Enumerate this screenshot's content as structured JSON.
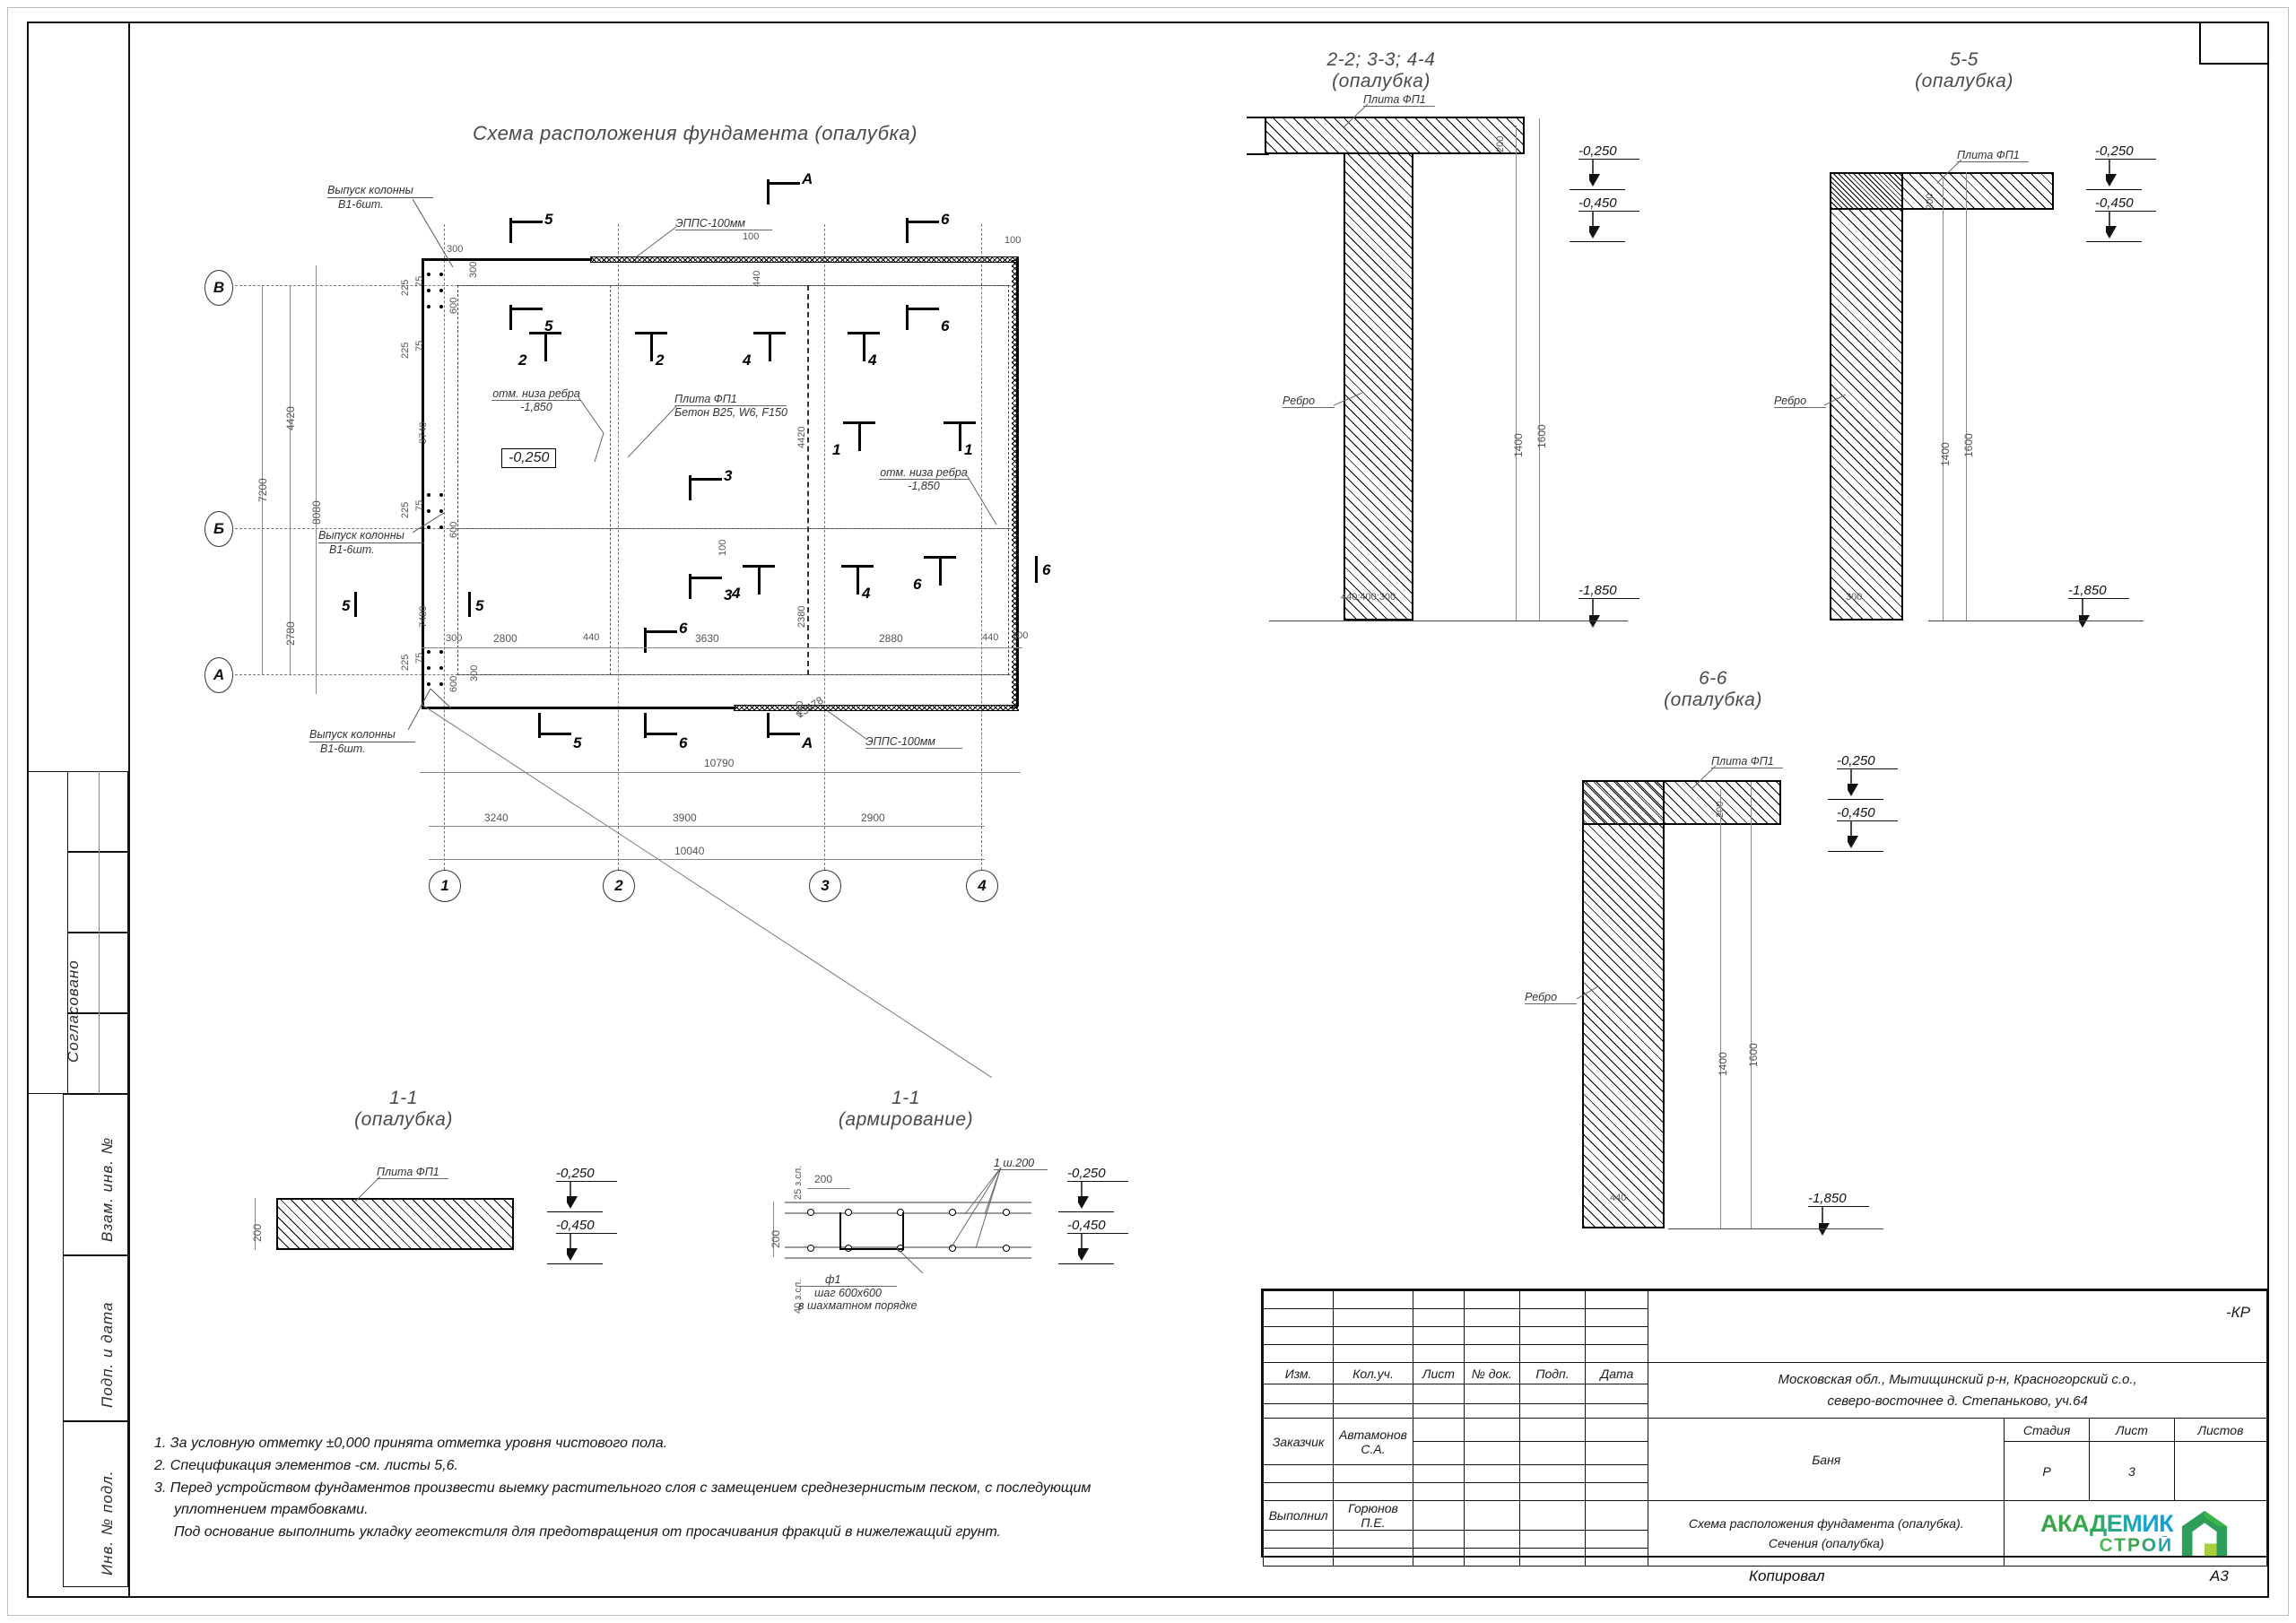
{
  "sheet": {
    "format": "А3",
    "copied_label": "Копировал",
    "mark_kr": "-КР"
  },
  "left_stamp": {
    "items": [
      {
        "label": "Согласовано"
      },
      {
        "label": "Взам. инв. №"
      },
      {
        "label": "Подп. и дата"
      },
      {
        "label": "Инв. № подл."
      }
    ]
  },
  "plan": {
    "title": "Схема расположения фундамента (опалубка)",
    "grid_vertical": [
      "1",
      "2",
      "3",
      "4"
    ],
    "grid_horizontal": [
      "В",
      "Б",
      "А"
    ],
    "bottom_dims": [
      "3240",
      "3900",
      "2900"
    ],
    "bottom_total": "10040",
    "bottom_overall": "10790",
    "left_dims": [
      "4420",
      "2780"
    ],
    "left_totals": [
      "7200",
      "8080"
    ],
    "inner_chain": [
      "2800",
      "440",
      "3630",
      "2880",
      "440"
    ],
    "edge_dims": [
      "100",
      "300",
      "440",
      "600",
      "225",
      "75",
      "2380",
      "3740",
      "7480",
      "4420"
    ],
    "diagonal_dim": "13478",
    "labels": {
      "column_outlet_top": "Выпуск колонны",
      "column_outlet_top_qty": "В1-6шт.",
      "column_outlet_mid": "Выпуск колонны",
      "column_outlet_mid_qty": "В1-6шт.",
      "column_outlet_bottom": "Выпуск колонны",
      "column_outlet_bottom_qty": "В1-6шт.",
      "eps_top": "ЭППС-100мм",
      "eps_bottom": "ЭППС-100мм",
      "slab_line1": "Плита ФП1",
      "slab_line2": "Бетон В25, W6, F150",
      "rib_bottom_mark_left_l1": "отм. низа ребра",
      "rib_bottom_mark_left_l2": "-1,850",
      "rib_bottom_mark_right_l1": "отм. низа ребра",
      "rib_bottom_mark_right_l2": "-1,850",
      "slab_level": "-0,250"
    },
    "section_marks": [
      "5",
      "5",
      "2",
      "2",
      "4",
      "4",
      "6",
      "6",
      "1",
      "1",
      "3",
      "3",
      "А",
      "А",
      "5",
      "5",
      "6",
      "6",
      "4",
      "4",
      "6",
      "6"
    ]
  },
  "sections": [
    {
      "id": "sec-234",
      "title_line1": "2-2; 3-3; 4-4",
      "title_line2": "(опалубка)",
      "slab_label": "Плита ФП1",
      "rib_label": "Ребро",
      "thickness": "200",
      "height_inner": "1400",
      "height_outer": "1600",
      "width_note": "440;400;300",
      "elev_top": "-0,250",
      "elev_slab_bottom": "-0,450",
      "elev_base": "-1,850"
    },
    {
      "id": "sec-5",
      "title_line1": "5-5",
      "title_line2": "(опалубка)",
      "slab_label": "Плита ФП1",
      "rib_label": "Ребро",
      "thickness": "200",
      "height_inner": "1400",
      "height_outer": "1600",
      "width_note": "300",
      "elev_top": "-0,250",
      "elev_slab_bottom": "-0,450",
      "elev_base": "-1,850"
    },
    {
      "id": "sec-6",
      "title_line1": "6-6",
      "title_line2": "(опалубка)",
      "slab_label": "Плита ФП1",
      "rib_label": "Ребро",
      "thickness": "200",
      "height_inner": "1400",
      "height_outer": "1600",
      "width_note": "440",
      "elev_top": "-0,250",
      "elev_slab_bottom": "-0,450",
      "elev_base": "-1,850"
    }
  ],
  "section_1_1_formwork": {
    "title_line1": "1-1",
    "title_line2": "(опалубка)",
    "slab_label": "Плита ФП1",
    "thickness": "200",
    "elev_top": "-0,250",
    "elev_bottom": "-0,450"
  },
  "section_1_1_reinforcement": {
    "title_line1": "1-1",
    "title_line2": "(армирование)",
    "thickness": "200",
    "cover_top": "25 з.сл.",
    "cover_bottom": "40 з.сл.",
    "spacing": "200",
    "mesh_note": "1 ш.200",
    "stirrup_mark": "ф1",
    "stirrup_note_l1": "шаг 600х600",
    "stirrup_note_l2": "в шахматном порядке",
    "elev_top": "-0,250",
    "elev_bottom": "-0,450"
  },
  "notes": {
    "items": [
      "1.  За условную отметку ±0,000 принята отметка уровня чистового пола.",
      "2. Спецификация элементов -см. листы 5,6.",
      "3. Перед устройством фундаментов произвести выемку растительного слоя  с замещением среднезернистым песком, с последующим",
      "уплотнением трамбовками.",
      "Под основание выполнить укладку геотекстиля для предотвращения от просачивания фракций в нижележащий грунт."
    ]
  },
  "titleblock": {
    "rev_headers": [
      "Изм.",
      "Кол.уч.",
      "Лист",
      "№ док.",
      "Подп.",
      "Дата"
    ],
    "customer_label": "Заказчик",
    "customer_name": "Автамонов С.А.",
    "author_label": "Выполнил",
    "author_name": "Горюнов П.Е.",
    "address_line1": "Московская обл., Мытищинский р-н, Красногорский с.о.,",
    "address_line2": "северо-восточнее д. Степаньково, уч.64",
    "object_name": "Баня",
    "stage_header": "Стадия",
    "sheet_header": "Лист",
    "sheets_header": "Листов",
    "stage_value": "Р",
    "sheet_value": "3",
    "sheets_value": "",
    "drawing_name_l1": "Схема расположения фундамента (опалубка).",
    "drawing_name_l2": "Сечения (опалубка)",
    "logo_main": "АКАДЕМИК",
    "logo_sub": "СТРОЙ",
    "logo_colors": {
      "green": "#3aa14a",
      "blue": "#0f9fd0",
      "lime": "#a8cf3c"
    }
  }
}
